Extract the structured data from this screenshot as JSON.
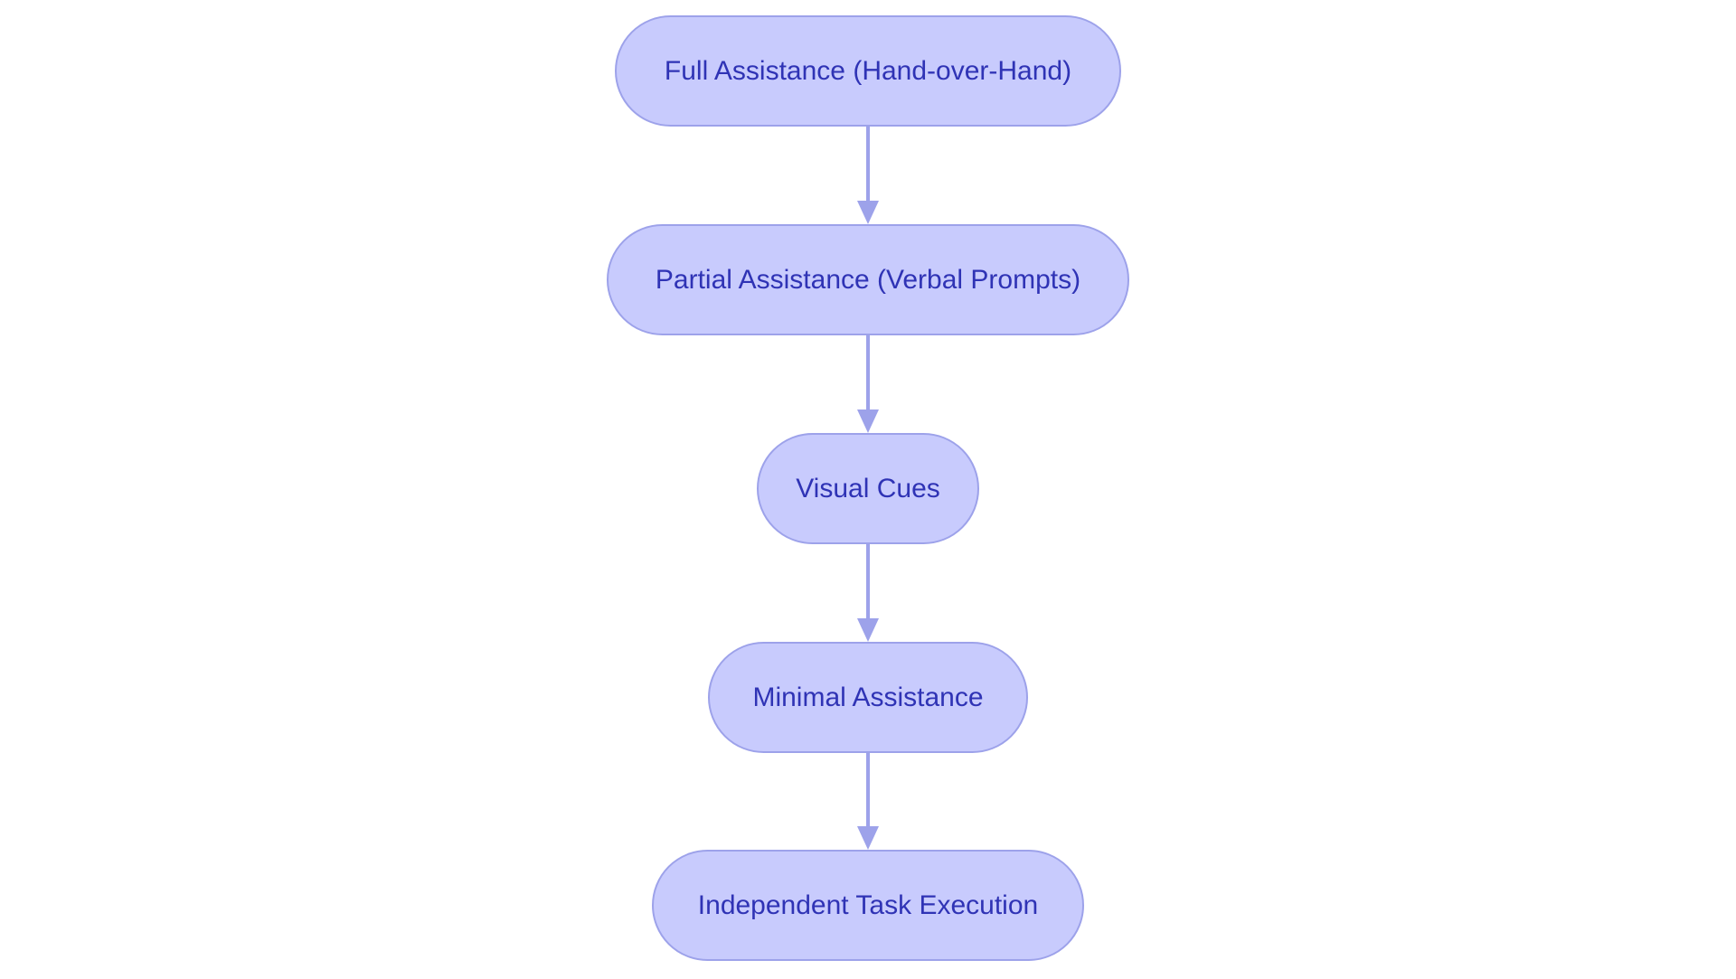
{
  "diagram": {
    "type": "flowchart",
    "direction": "top-to-bottom",
    "nodes": [
      {
        "id": "n0",
        "label": "Full Assistance (Hand-over-Hand)"
      },
      {
        "id": "n1",
        "label": "Partial Assistance (Verbal Prompts)"
      },
      {
        "id": "n2",
        "label": "Visual Cues"
      },
      {
        "id": "n3",
        "label": "Minimal Assistance"
      },
      {
        "id": "n4",
        "label": "Independent Task Execution"
      }
    ],
    "edges": [
      {
        "from": "n0",
        "to": "n1"
      },
      {
        "from": "n1",
        "to": "n2"
      },
      {
        "from": "n2",
        "to": "n3"
      },
      {
        "from": "n3",
        "to": "n4"
      }
    ]
  },
  "colors": {
    "node_fill": "#c8cbfd",
    "node_border": "#9da2ea",
    "text": "#2f33b5",
    "edge": "#9da2ea",
    "background": "#ffffff"
  }
}
